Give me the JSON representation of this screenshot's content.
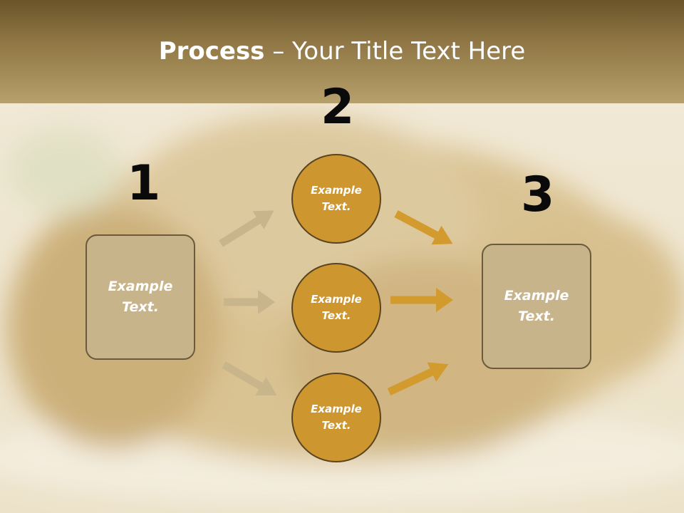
{
  "slide": {
    "title_bold": "Process",
    "title_rest": " – Your Title Text Here",
    "steps": {
      "one": "1",
      "two": "2",
      "three": "3"
    },
    "left_box": "Example\nText.",
    "right_box": "Example\nText.",
    "circles": [
      "Example\nText.",
      "Example\nText.",
      "Example\nText."
    ]
  },
  "colors": {
    "header_dark": "#6a5429",
    "box_fill": "#c8b48b",
    "circle_fill": "#cd962f",
    "arrow_light": "#c9b58c",
    "arrow_dark": "#d39a2e"
  }
}
